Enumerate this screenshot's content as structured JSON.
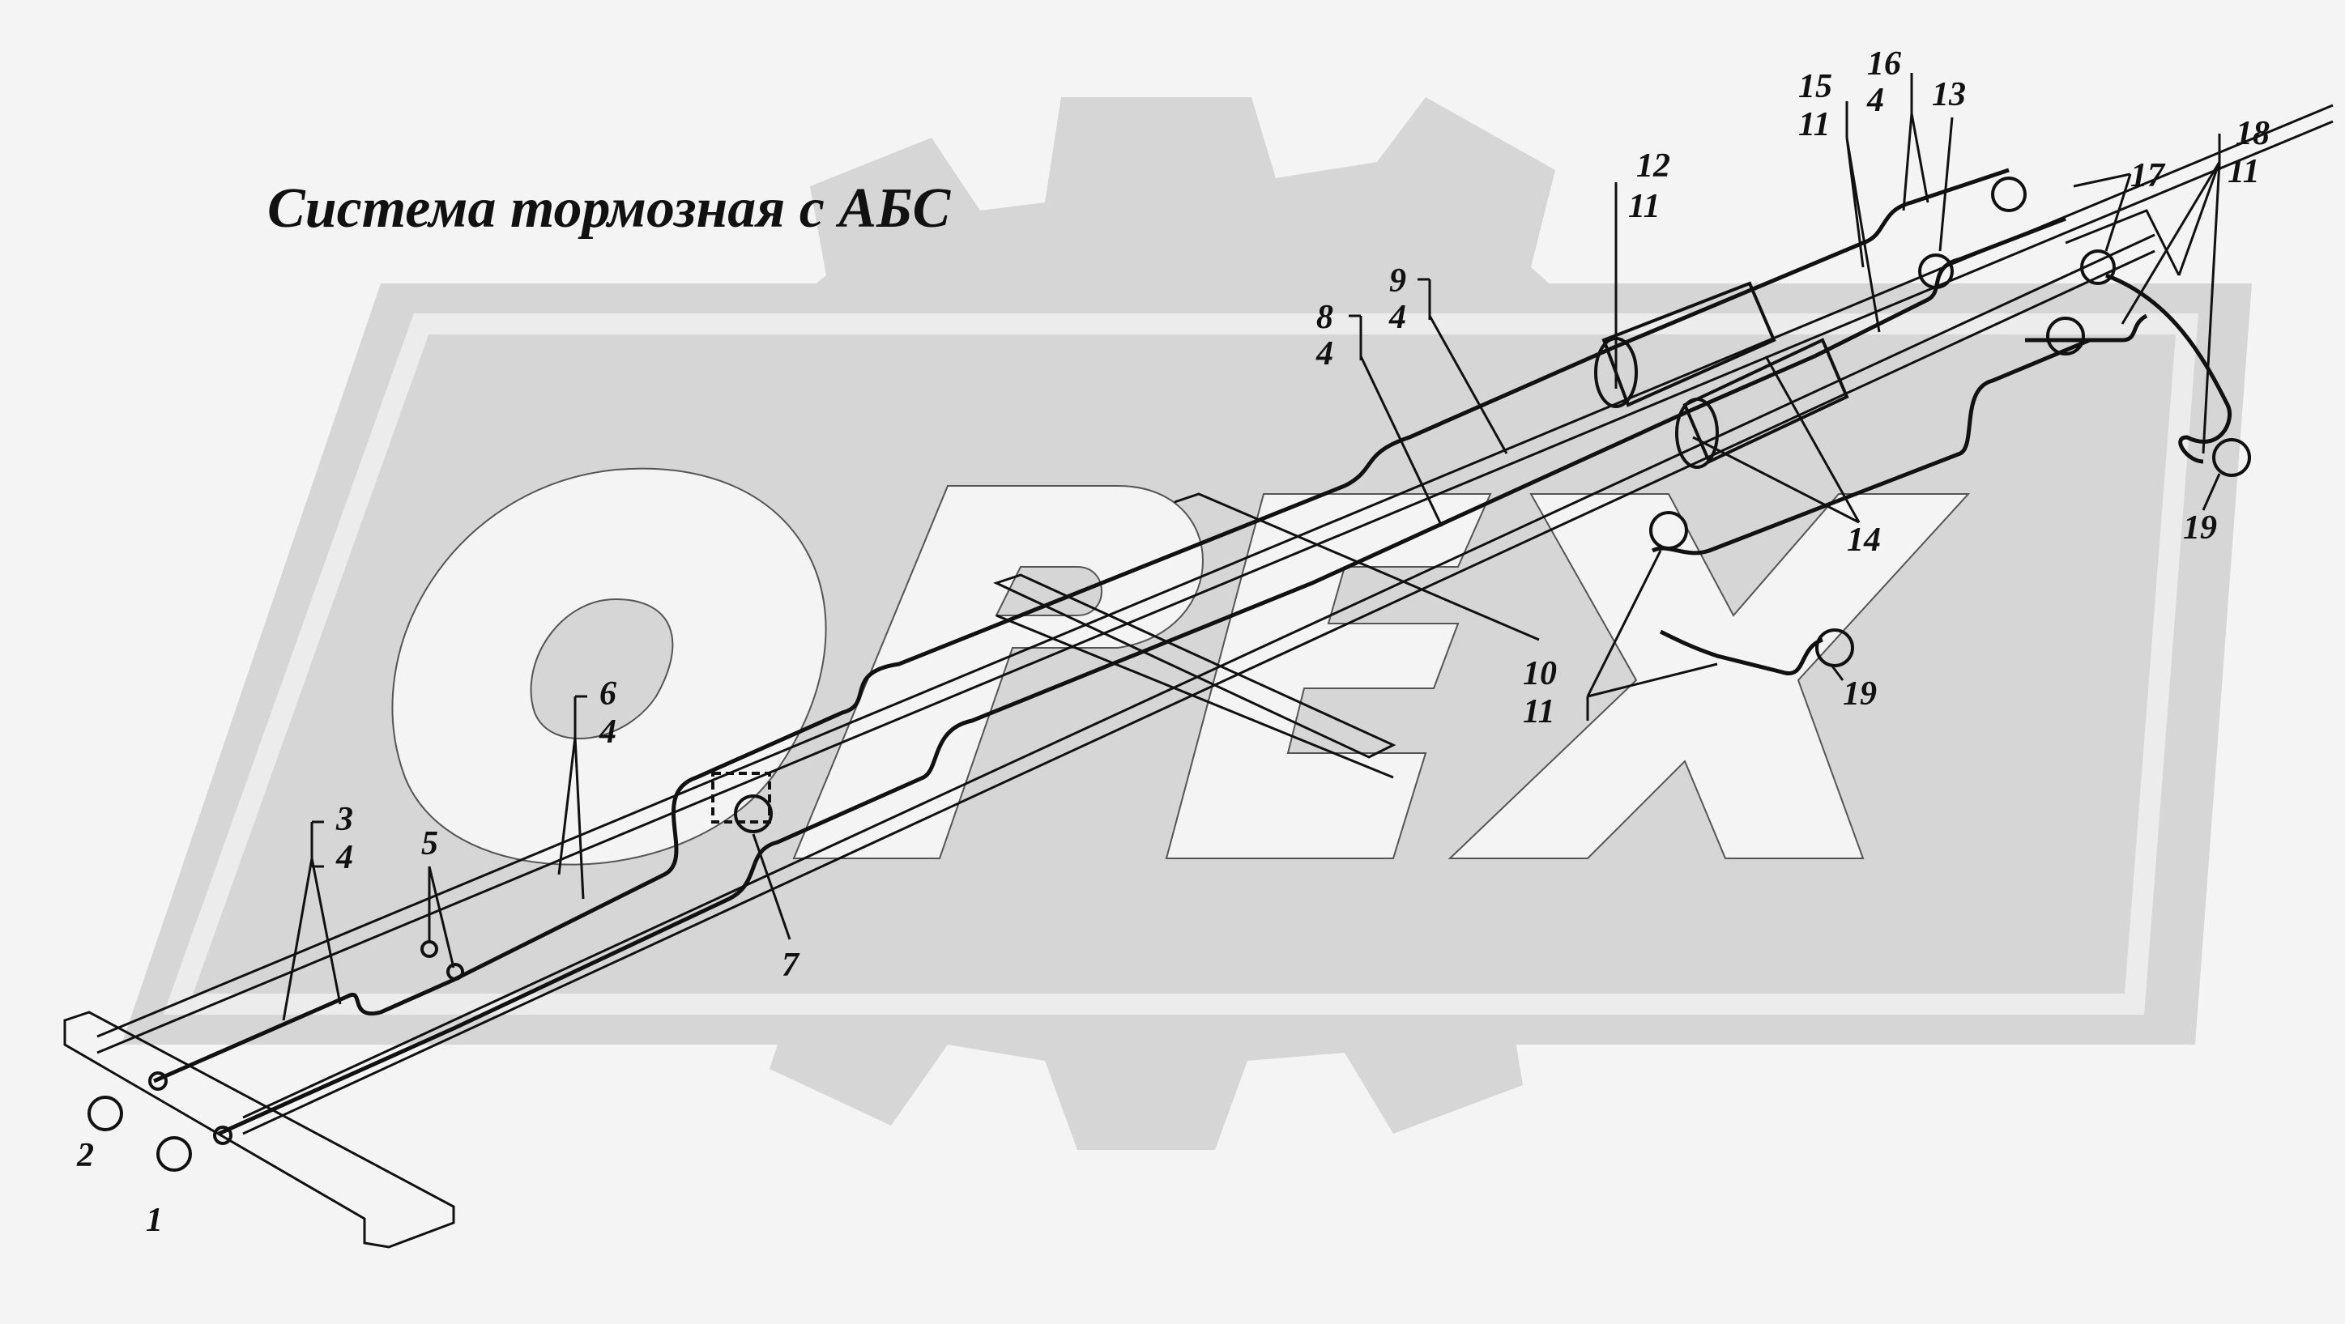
{
  "diagram": {
    "title": "Система тормозная с АБС",
    "background_color": "#f4f4f4",
    "watermark_color": "#d6d6d6",
    "line_color": "#111111",
    "callouts": [
      {
        "id": "c-1",
        "text": "1"
      },
      {
        "id": "c-2",
        "text": "2"
      },
      {
        "id": "c-3",
        "text": "3"
      },
      {
        "id": "c-4a",
        "text": "4"
      },
      {
        "id": "c-5",
        "text": "5"
      },
      {
        "id": "c-6",
        "text": "6"
      },
      {
        "id": "c-4b",
        "text": "4"
      },
      {
        "id": "c-7",
        "text": "7"
      },
      {
        "id": "c-8",
        "text": "8"
      },
      {
        "id": "c-4c",
        "text": "4"
      },
      {
        "id": "c-9",
        "text": "9"
      },
      {
        "id": "c-4d",
        "text": "4"
      },
      {
        "id": "c-12",
        "text": "12"
      },
      {
        "id": "c-11a",
        "text": "11"
      },
      {
        "id": "c-15",
        "text": "15"
      },
      {
        "id": "c-11b",
        "text": "11"
      },
      {
        "id": "c-16",
        "text": "16"
      },
      {
        "id": "c-4e",
        "text": "4"
      },
      {
        "id": "c-13",
        "text": "13"
      },
      {
        "id": "c-17",
        "text": "17"
      },
      {
        "id": "c-18",
        "text": "18"
      },
      {
        "id": "c-11c",
        "text": "11"
      },
      {
        "id": "c-14",
        "text": "14"
      },
      {
        "id": "c-19a",
        "text": "19"
      },
      {
        "id": "c-10",
        "text": "10"
      },
      {
        "id": "c-11d",
        "text": "11"
      },
      {
        "id": "c-19b",
        "text": "19"
      }
    ]
  }
}
